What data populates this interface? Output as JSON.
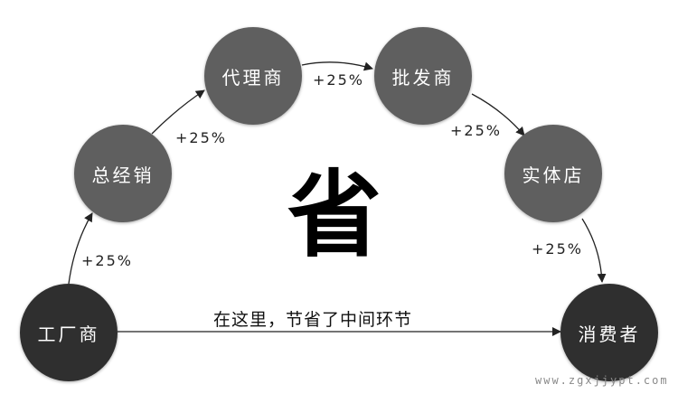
{
  "nodes": {
    "factory": "工厂商",
    "distributor": "总经销",
    "agent": "代理商",
    "wholesaler": "批发商",
    "retail_store": "实体店",
    "consumer": "消费者"
  },
  "markups": {
    "factory_to_distributor": "+25%",
    "distributor_to_agent": "+25%",
    "agent_to_wholesaler": "+25%",
    "wholesaler_to_store": "+25%",
    "store_to_consumer": "+25%"
  },
  "center_char": "省",
  "caption": "在这里，节省了中间环节",
  "watermark": "www.zgxjjypt.com",
  "colors": {
    "middle_node": "#5f5f5f",
    "end_node": "#2f2f2f",
    "arrow": "#222222"
  }
}
